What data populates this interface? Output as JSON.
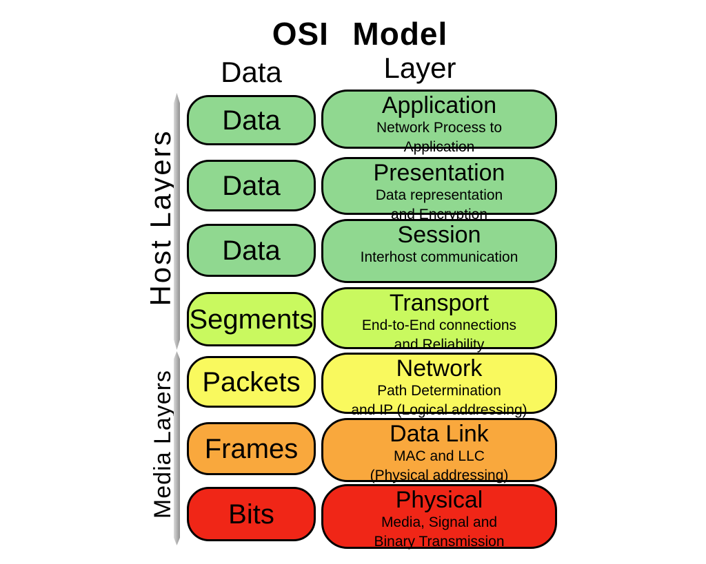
{
  "title": "OSI Model",
  "columns": {
    "data_header": "Data",
    "layer_header": "Layer"
  },
  "groups": {
    "host": {
      "label": "Host Layers"
    },
    "media": {
      "label": "Media Layers"
    }
  },
  "colors": {
    "host_green": "#90D890",
    "transport_yellow_green": "#C9F95F",
    "network_yellow": "#F9F95E",
    "datalink_orange": "#F9A83D",
    "physical_red": "#F02617",
    "outline_black": "#000000",
    "sidebar_gray": "#A9A9A9"
  },
  "rows": [
    {
      "unit": "Data",
      "layer": "Application",
      "desc": "Network Process to\nApplication",
      "color": "#90D890",
      "group": "host"
    },
    {
      "unit": "Data",
      "layer": "Presentation",
      "desc": "Data representation\nand Encryption",
      "color": "#90D890",
      "group": "host"
    },
    {
      "unit": "Data",
      "layer": "Session",
      "desc": "Interhost communication",
      "color": "#90D890",
      "group": "host"
    },
    {
      "unit": "Segments",
      "layer": "Transport",
      "desc": "End-to-End connections\nand Reliability",
      "color": "#C9F95F",
      "group": "host"
    },
    {
      "unit": "Packets",
      "layer": "Network",
      "desc": "Path Determination\nand IP (Logical addressing)",
      "color": "#F9F95E",
      "group": "media"
    },
    {
      "unit": "Frames",
      "layer": "Data Link",
      "desc": "MAC and LLC\n(Physical addressing)",
      "color": "#F9A83D",
      "group": "media"
    },
    {
      "unit": "Bits",
      "layer": "Physical",
      "desc": "Media, Signal and\nBinary Transmission",
      "color": "#F02617",
      "group": "media"
    }
  ]
}
